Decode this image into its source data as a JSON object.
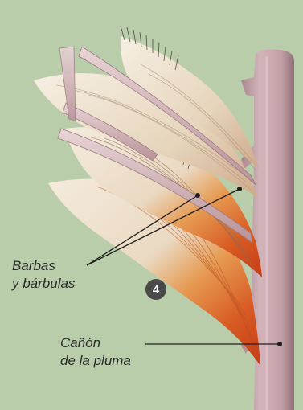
{
  "labels": {
    "barbs_line1": "Barbas",
    "barbs_line2": "y bárbulas",
    "shaft_line1": "Cañón",
    "shaft_line2": "de la pluma"
  },
  "badge": "4",
  "colors": {
    "background": "#b9cdaa",
    "shaft": "#c9a7ad",
    "shaft_shade": "#9e7e85",
    "barb_light": "#efe4d3",
    "barb_orange": "#e0772a",
    "barb_red": "#c8421a",
    "leader": "#1e1e1e"
  }
}
